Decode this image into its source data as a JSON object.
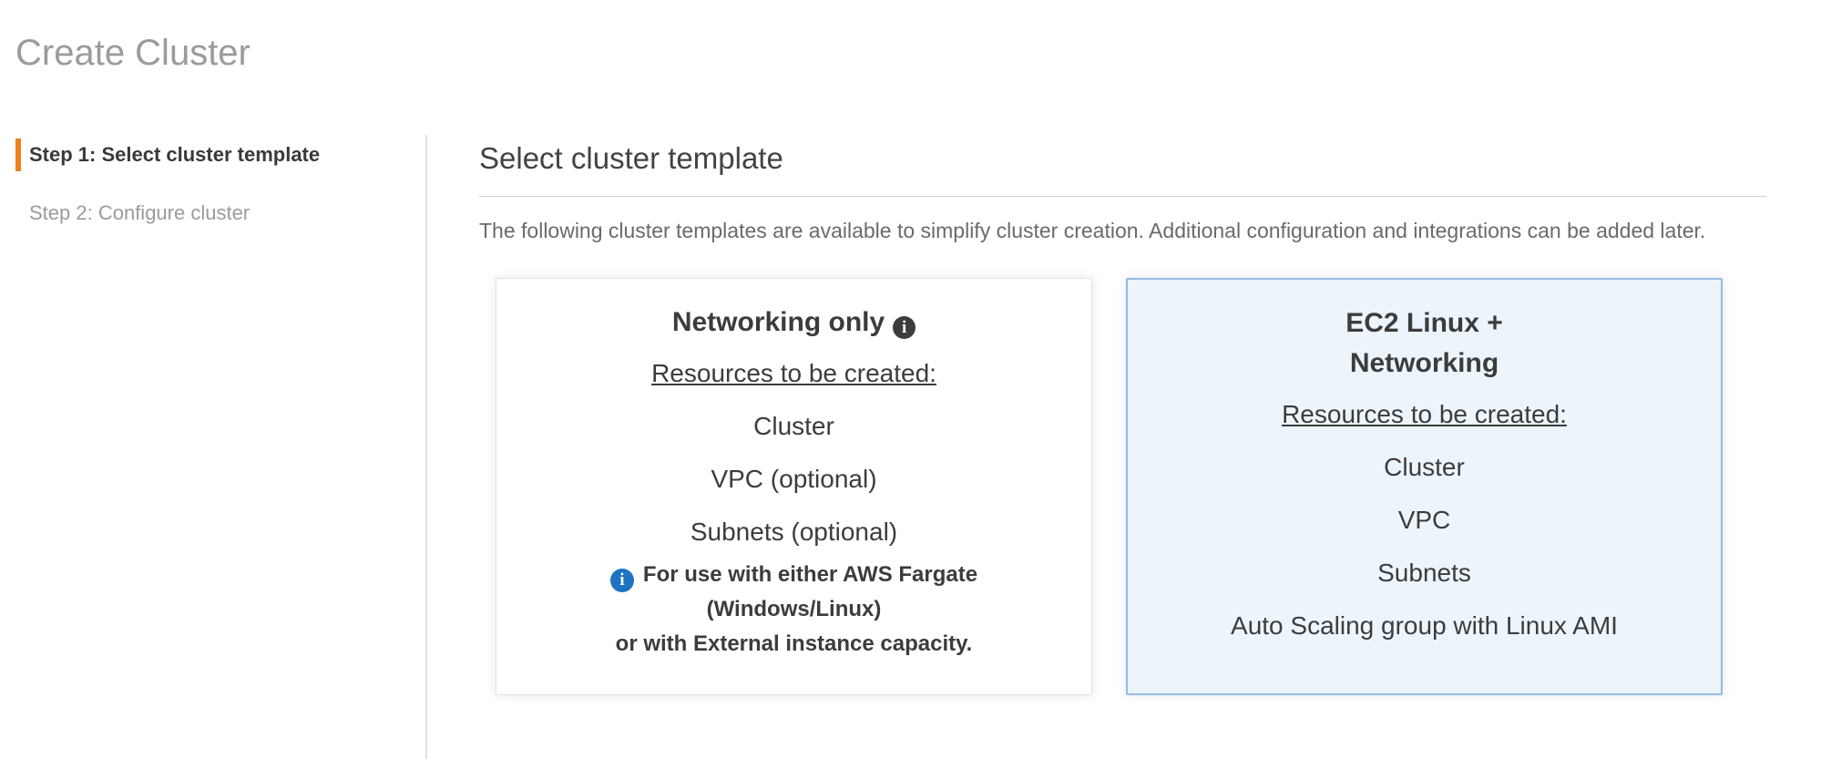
{
  "page": {
    "title": "Create Cluster"
  },
  "steps": [
    {
      "label": "Step 1: Select cluster template",
      "active": true
    },
    {
      "label": "Step 2: Configure cluster",
      "active": false
    }
  ],
  "main": {
    "heading": "Select cluster template",
    "description": "The following cluster templates are available to simplify cluster creation. Additional configuration and integrations can be added later.",
    "cards": [
      {
        "title": "Networking only",
        "title_icon": "info-icon",
        "resources_label": "Resources to be created:",
        "items": [
          "Cluster",
          "VPC (optional)",
          "Subnets (optional)"
        ],
        "note_icon": "info-icon",
        "note_line1": "For use with either AWS Fargate (Windows/Linux)",
        "note_line2": "or with External instance capacity.",
        "selected": false
      },
      {
        "title_line1": "EC2 Linux +",
        "title_line2": "Networking",
        "resources_label": "Resources to be created:",
        "items": [
          "Cluster",
          "VPC",
          "Subnets",
          "Auto Scaling group with Linux AMI"
        ],
        "selected": true
      }
    ]
  },
  "colors": {
    "active_step_accent": "#e8821e",
    "selected_card_border": "#94b9e1",
    "selected_card_background": "#edf5fc",
    "note_info_icon": "#1e73c3",
    "title_gray": "#9b9b9b"
  }
}
